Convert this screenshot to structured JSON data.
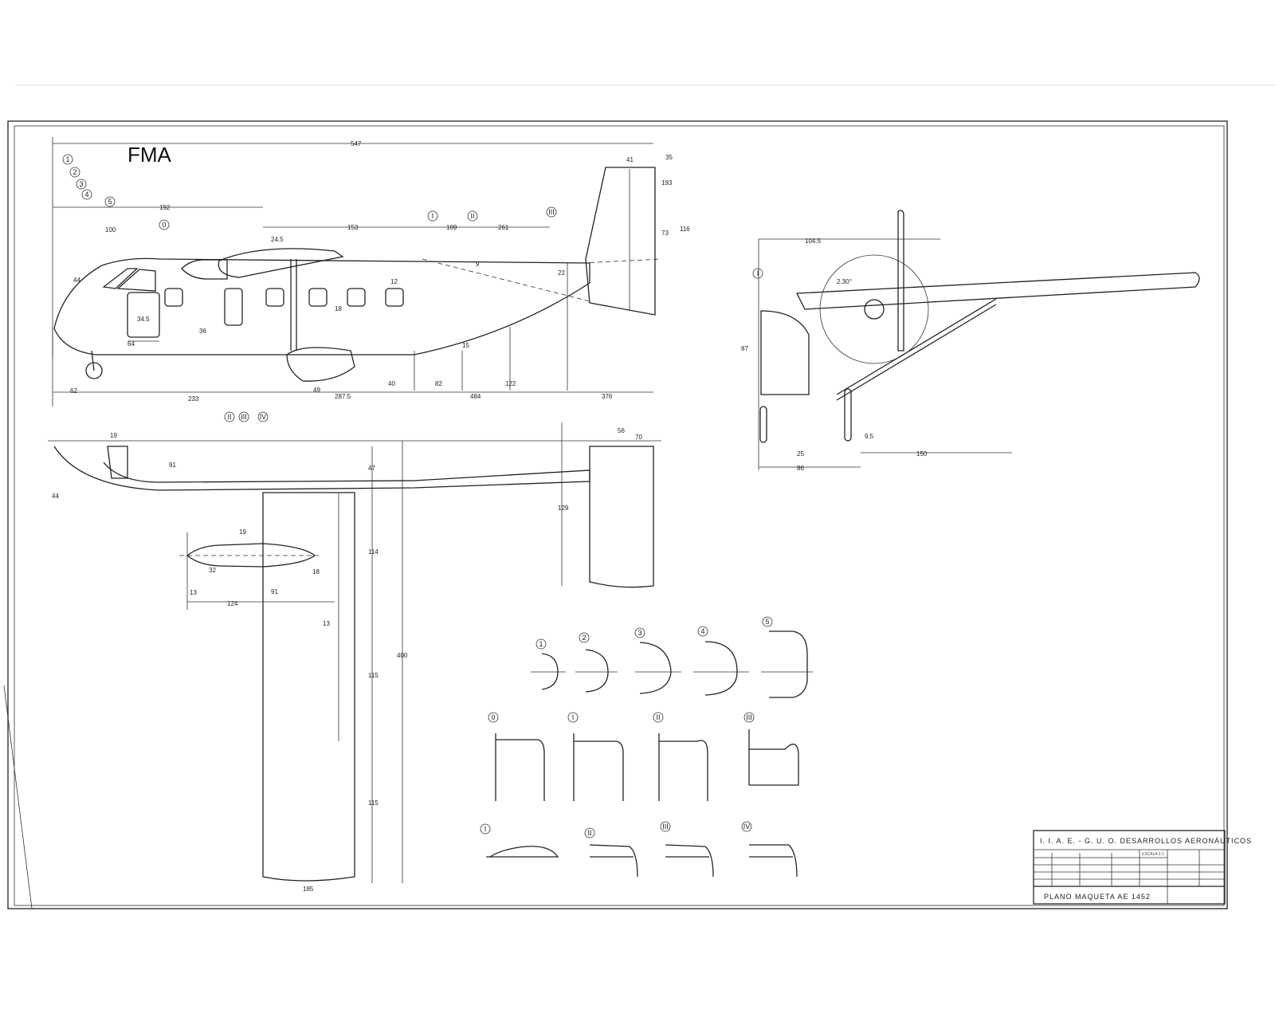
{
  "logo": "FMA",
  "side_view": {
    "section_markers": [
      "1",
      "2",
      "3",
      "4",
      "5",
      "0",
      "I",
      "II",
      "III"
    ],
    "dimensions": [
      "547",
      "192",
      "153",
      "189",
      "261",
      "100",
      "24.5",
      "41",
      "35",
      "193",
      "73",
      "116",
      "233",
      "484",
      "376",
      "40",
      "82",
      "122",
      "49",
      "287.5",
      "62",
      "44",
      "64",
      "34.5",
      "36",
      "18",
      "12",
      "15",
      "9",
      "22"
    ]
  },
  "front_view": {
    "section_marker": "I",
    "dimensions": [
      "104.5",
      "87",
      "25",
      "86",
      "150",
      "2.30°",
      "9.5"
    ]
  },
  "plan_view": {
    "section_markers": [
      "II",
      "III",
      "IV"
    ],
    "dimensions": [
      "47",
      "129",
      "114",
      "115",
      "115",
      "400",
      "44",
      "56",
      "70",
      "185",
      "91",
      "13",
      "19"
    ]
  },
  "nacelle_view": {
    "dimensions": [
      "19",
      "18",
      "13",
      "32",
      "91",
      "124"
    ]
  },
  "sections": {
    "fuselage_nose": [
      "1",
      "2",
      "3",
      "4",
      "5"
    ],
    "fuselage_body": [
      "0",
      "I",
      "II",
      "III"
    ],
    "wing_profiles": [
      "I",
      "II",
      "III",
      "IV"
    ]
  },
  "title_block": {
    "header": "I. I. A. E. - G. U. O. DESARROLLOS AERONÁUTICOS",
    "scale_label": "ESCALA 1:1",
    "drawing_title": "PLANO MAQUETA AE 1452"
  }
}
